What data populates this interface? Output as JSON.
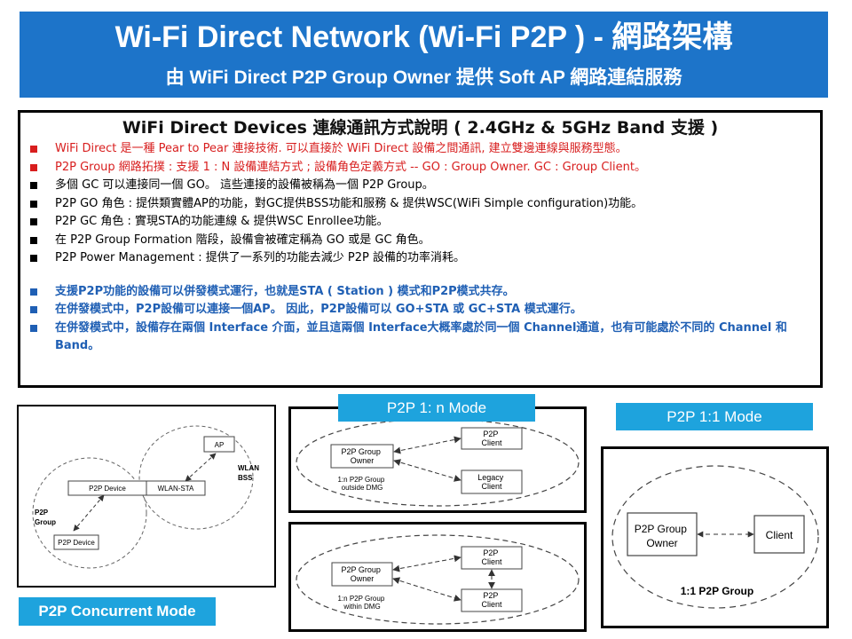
{
  "header": {
    "title": "Wi-Fi Direct Network (Wi-Fi P2P ) - 網路架構",
    "subtitle": "由 WiFi Direct P2P Group Owner 提供 Soft AP 網路連結服務"
  },
  "description": {
    "heading": "WiFi Direct Devices 連線通訊方式說明 ( 2.4GHz & 5GHz Band 支援 )",
    "bullets": [
      "WiFi Direct 是一種 Pear to Pear 連接技術. 可以直接於 WiFi Direct 設備之間通訊, 建立雙邊連線與服務型態。",
      "P2P Group 網路拓撲 : 支援 1 : N 設備連結方式 ; 設備角色定義方式 -- GO : Group Owner. GC : Group Client。",
      "多個 GC 可以連接同一個 GO。 這些連接的設備被稱為一個 P2P Group。",
      "P2P GO 角色 : 提供類實體AP的功能，對GC提供BSS功能和服務 & 提供WSC(WiFi Simple configuration)功能。",
      "P2P GC 角色 : 實現STA的功能連線 & 提供WSC Enrollee功能。",
      "在 P2P Group Formation 階段，設備會被確定稱為 GO 或是 GC 角色。",
      "P2P Power Management : 提供了一系列的功能去減少 P2P 設備的功率消耗。",
      "支援P2P功能的設備可以併發模式運行，也就是STA ( Station ) 模式和P2P模式共存。",
      "在併發模式中，P2P設備可以連接一個AP。 因此，P2P設備可以 GO+STA 或 GC+STA 模式運行。",
      "在併發模式中，設備存在兩個 Interface 介面，並且這兩個 Interface大概率處於同一個 Channel通道，也有可能處於不同的 Channel 和 Band。"
    ]
  },
  "concurrent": {
    "label": "P2P Concurrent Mode",
    "ap": "AP",
    "wlan_bss": "WLAN\nBSS",
    "p2p_device_top": "P2P Device",
    "wlan_sta": "WLAN-STA",
    "p2p_group": "P2P\nGroup",
    "p2p_device_bottom": "P2P Device"
  },
  "one_to_n_outside": {
    "label": "P2P 1: n Mode",
    "group_owner": "P2P Group\nOwner",
    "client_top": "P2P\nClient",
    "client_bottom": "Legacy\nClient",
    "caption": "1:n P2P Group\noutside DMG"
  },
  "one_to_n_within": {
    "group_owner": "P2P Group\nOwner",
    "client_top": "P2P\nClient",
    "client_bottom": "P2P\nClient",
    "caption": "1:n P2P Group\nwithin DMG"
  },
  "one_to_one": {
    "label": "P2P 1:1 Mode",
    "group_owner": "P2P Group\nOwner",
    "client": "Client",
    "caption": "1:1 P2P Group"
  },
  "colors": {
    "banner": "#1d74c9",
    "label_bg": "#1ea3dd",
    "red_text": "#d81e1e",
    "blue_text": "#1f5fb4"
  }
}
